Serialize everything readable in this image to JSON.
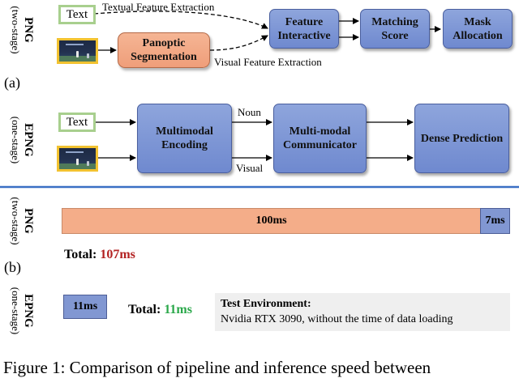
{
  "png_label": {
    "main": "PNG",
    "sub": "(two-stage)"
  },
  "epng_label": {
    "main": "EPNG",
    "sub": "(one-stage)"
  },
  "section_a": "(a)",
  "section_b": "(b)",
  "png_pipeline": {
    "text_chip": "Text",
    "textual_feature_extraction": "Textual Feature Extraction",
    "visual_feature_extraction": "Visual Feature Extraction",
    "panoptic_segmentation": "Panoptic Segmentation",
    "feature_interactive": "Feature Interactive",
    "matching_score": "Matching Score",
    "mask_allocation": "Mask Allocation"
  },
  "epng_pipeline": {
    "text_chip": "Text",
    "multimodal_encoding": "Multimodal Encoding",
    "noun": "Noun",
    "visual": "Visual",
    "multimodal_communicator": "Multi-modal Communicator",
    "dense_prediction": "Dense Prediction"
  },
  "timing": {
    "png_bar_main": "100ms",
    "png_bar_tail": "7ms",
    "png_total_label": "Total:",
    "png_total_value": "107ms",
    "epng_bar": "11ms",
    "epng_total_label": "Total:",
    "epng_total_value": "11ms",
    "env_title": "Test Environment:",
    "env_text": "Nvidia RTX 3090, without the time of data loading"
  },
  "caption": "Figure 1: Comparison of pipeline and inference speed between",
  "colors": {
    "png_total": "#b32222",
    "epng_total": "#2aa84a",
    "divider": "#3a6fc4"
  }
}
